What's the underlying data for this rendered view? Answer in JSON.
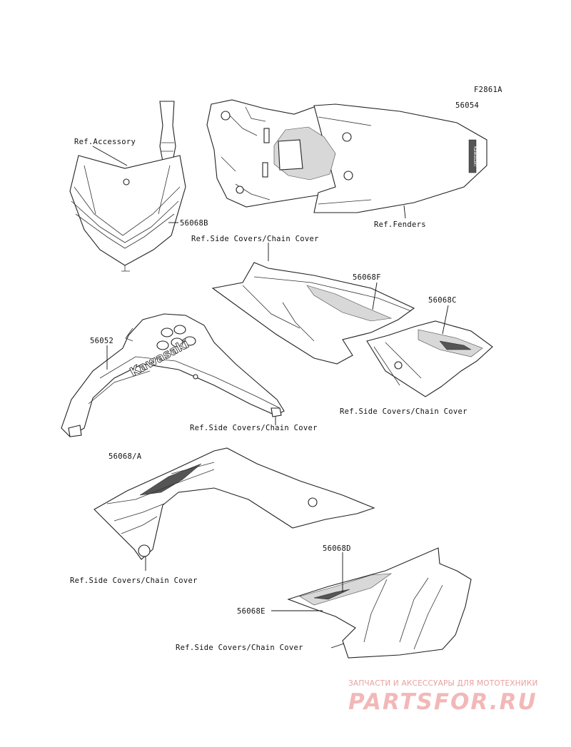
{
  "figure_code": "F2861A",
  "labels": {
    "p56054": "56054",
    "ref_accessory": "Ref.Accessory",
    "p56068B": "56068B",
    "ref_fenders": "Ref.Fenders",
    "ref_side1": "Ref.Side Covers/Chain Cover",
    "p56068F": "56068F",
    "p56068C": "56068C",
    "p56052": "56052",
    "ref_side2": "Ref.Side Covers/Chain Cover",
    "ref_side3": "Ref.Side Covers/Chain Cover",
    "p56068A": "56068/A",
    "ref_side4": "Ref.Side Covers/Chain Cover",
    "p56068D": "56068D",
    "p56068E": "56068E",
    "ref_side5": "Ref.Side Covers/Chain Cover"
  },
  "decal_text": {
    "kawasaki_shroud": "Kawasaki",
    "kawasaki_fender": "Kawasaki"
  },
  "watermark": {
    "tagline": "ЗАПЧАСТИ И АКСЕССУАРЫ ДЛЯ МОТОТЕХНИКИ",
    "brand": "PARTSFOR.RU"
  }
}
